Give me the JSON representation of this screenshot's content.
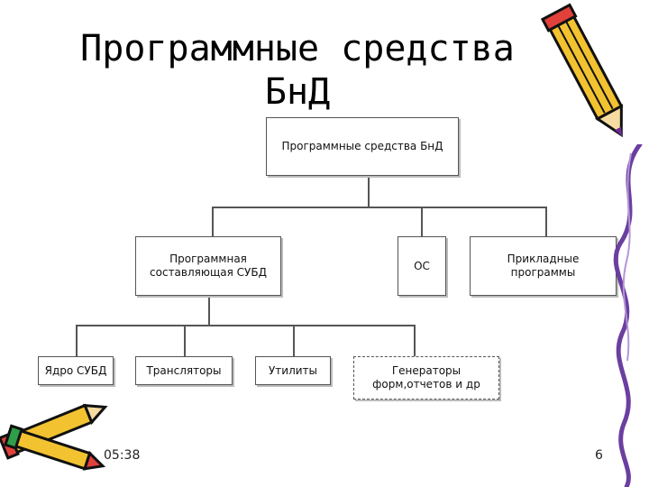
{
  "title": {
    "line1": "Программные средства",
    "line2": "БнД"
  },
  "diagram": {
    "root": "Программные средства БнД",
    "level1": {
      "dbms": "Программная составляющая СУБД",
      "os": "ОС",
      "apps": "Прикладные программы"
    },
    "level2": {
      "core": "Ядро СУБД",
      "translators": "Трансляторы",
      "utilities": "Утилиты",
      "generators": "Генераторы форм,отчетов и др"
    }
  },
  "footer": {
    "time": "05:38",
    "page": "6"
  }
}
